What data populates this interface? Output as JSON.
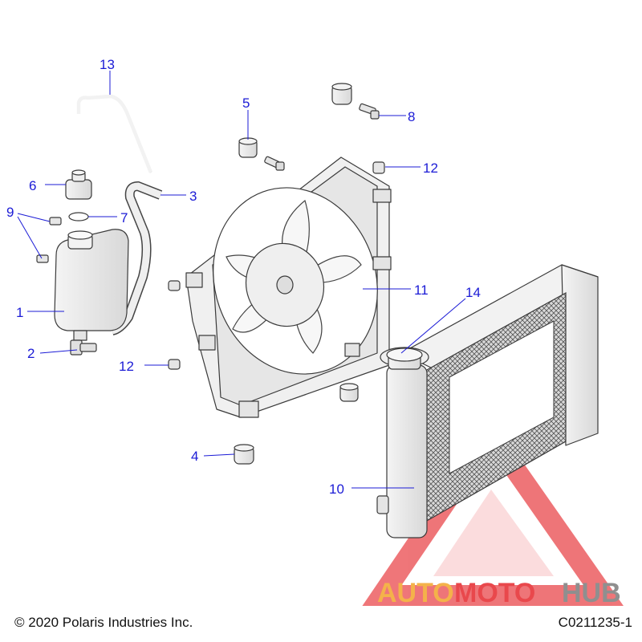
{
  "callouts": {
    "c1": "1",
    "c2": "2",
    "c3": "3",
    "c4": "4",
    "c5": "5",
    "c6": "6",
    "c7": "7",
    "c8": "8",
    "c9": "9",
    "c10": "10",
    "c11": "11",
    "c12a": "12",
    "c12b": "12",
    "c13": "13",
    "c14": "14"
  },
  "footer": {
    "copyright": "© 2020 Polaris Industries Inc.",
    "drawing_id": "C0211235-1"
  },
  "watermark": {
    "part1": "AUTO",
    "part2": "MOTO",
    "part3": "HUB"
  },
  "colors": {
    "callout": "#1b1bd6",
    "watermark_orange": "#f4b24a",
    "watermark_red": "#e9484c",
    "watermark_gray": "#8f8f8f"
  }
}
